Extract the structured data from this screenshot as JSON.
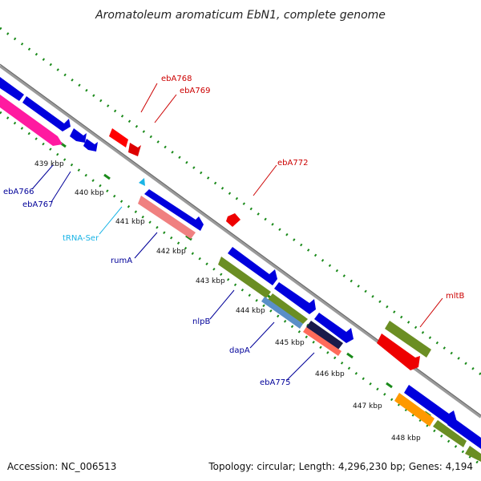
{
  "title": "Aromatoleum aromaticum EbN1, complete genome",
  "footer": {
    "accession": "Accession: NC_006513",
    "topology": "Topology: circular; Length: 4,296,230 bp; Genes: 4,194"
  },
  "colors": {
    "backbone": "#8a8a8a",
    "dots": "#1a8a1a",
    "label_red": "#cc0000",
    "label_blue": "#000099",
    "label_cyan": "#1ab4e6"
  },
  "ticks": [
    "439 kbp",
    "440 kbp",
    "441 kbp",
    "442 kbp",
    "443 kbp",
    "444 kbp",
    "445 kbp",
    "446 kbp",
    "447 kbp",
    "448 kbp"
  ],
  "gene_labels": [
    {
      "id": "ebA766",
      "text": "ebA766",
      "color": "label_blue"
    },
    {
      "id": "ebA767",
      "text": "ebA767",
      "color": "label_blue"
    },
    {
      "id": "ebA768",
      "text": "ebA768",
      "color": "label_red"
    },
    {
      "id": "ebA769",
      "text": "ebA769",
      "color": "label_red"
    },
    {
      "id": "ebA772",
      "text": "ebA772",
      "color": "label_red"
    },
    {
      "id": "trna-ser",
      "text": "tRNA-Ser",
      "color": "label_cyan"
    },
    {
      "id": "rumA",
      "text": "rumA",
      "color": "label_blue"
    },
    {
      "id": "nlpB",
      "text": "nlpB",
      "color": "label_blue"
    },
    {
      "id": "dapA",
      "text": "dapA",
      "color": "label_blue"
    },
    {
      "id": "ebA775",
      "text": "ebA775",
      "color": "label_blue"
    },
    {
      "id": "mltB",
      "text": "mltB",
      "color": "label_red"
    }
  ]
}
